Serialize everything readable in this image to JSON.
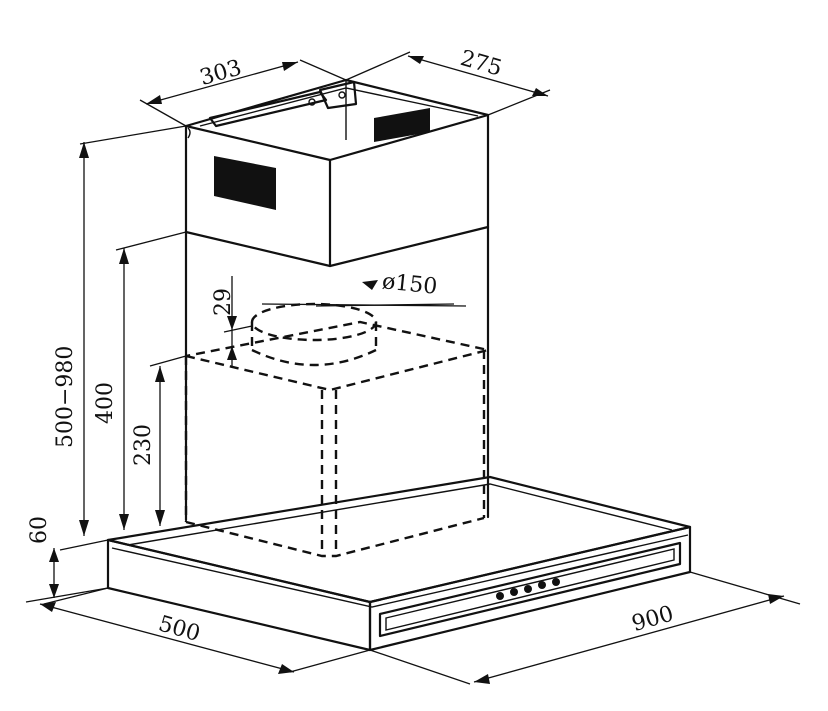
{
  "dimensions": {
    "chimney_width": "303",
    "chimney_depth": "275",
    "chimney_height_range": "500−980",
    "lower_chimney_height": "400",
    "inner_height": "230",
    "duct_offset": "29",
    "outlet_diameter": "ø150",
    "canopy_thickness": "60",
    "hood_depth": "500",
    "hood_width": "900"
  },
  "colors": {
    "line": "#111111",
    "background": "#ffffff"
  }
}
